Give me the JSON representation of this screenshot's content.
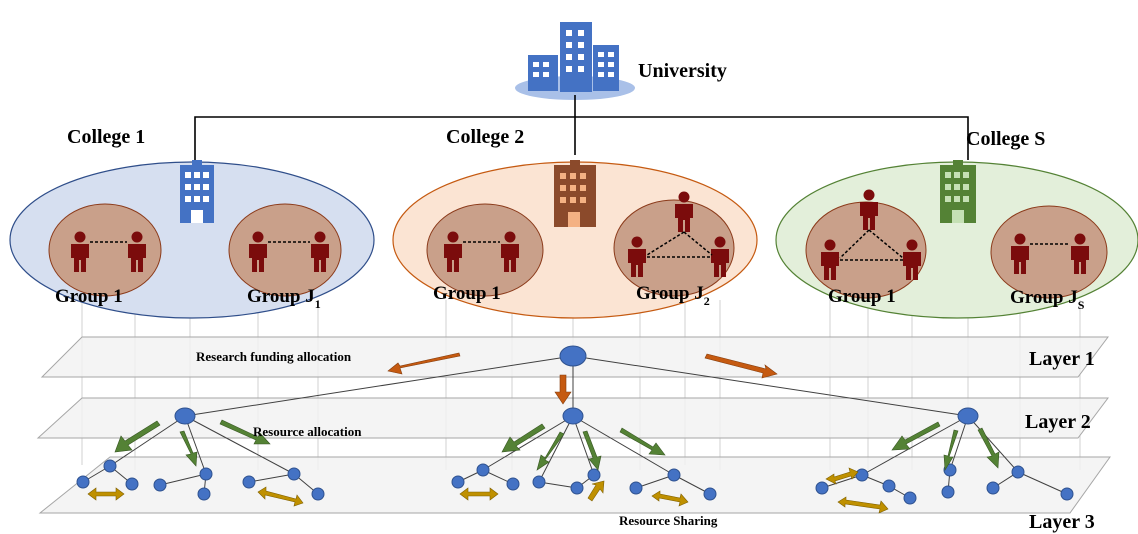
{
  "university": {
    "label": "University"
  },
  "colleges": [
    {
      "label": "College 1",
      "groups": [
        {
          "label": "Group 1"
        },
        {
          "label": "Group J",
          "sub": "1"
        }
      ]
    },
    {
      "label": "College 2",
      "groups": [
        {
          "label": "Group 1"
        },
        {
          "label": "Group J",
          "sub": "2"
        }
      ]
    },
    {
      "label": "College S",
      "groups": [
        {
          "label": "Group 1"
        },
        {
          "label": "Group J",
          "sub": "S"
        }
      ]
    }
  ],
  "layers": [
    {
      "label": "Layer 1"
    },
    {
      "label": "Layer 2"
    },
    {
      "label": "Layer 3"
    }
  ],
  "annotations": {
    "research_funding": "Research funding allocation",
    "resource_allocation": "Resource allocation",
    "resource_sharing": "Resource Sharing"
  },
  "colors": {
    "college1_fill": "#d6dff0",
    "college1_stroke": "#2f4e8a",
    "college2_fill": "#fbe4d3",
    "college2_stroke": "#c55a11",
    "college3_fill": "#e3efda",
    "college3_stroke": "#548235",
    "group_fill": "#c9a08a",
    "group_stroke": "#8b3a1a",
    "person": "#7b0c0c",
    "node": "#4472c4",
    "orange_arrow": "#c55a11",
    "green_arrow": "#548235",
    "gold_arrow": "#bf9000",
    "plane": "#f2f2f2"
  }
}
